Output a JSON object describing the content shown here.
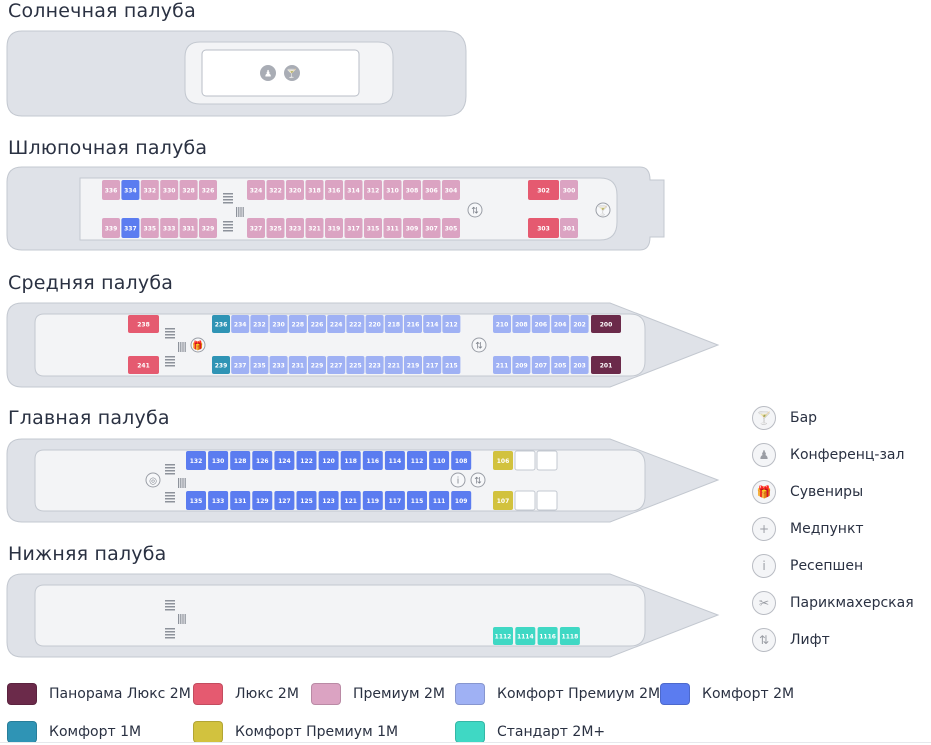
{
  "decks": [
    {
      "id": "sun",
      "title": "Солнечная палуба"
    },
    {
      "id": "boat",
      "title": "Шлюпочная палуба"
    },
    {
      "id": "middle",
      "title": "Средняя палуба"
    },
    {
      "id": "main",
      "title": "Главная палуба"
    },
    {
      "id": "lower",
      "title": "Нижняя палуба"
    }
  ],
  "colors": {
    "panorama_lux": "#6b2a4a",
    "lux": "#e55a70",
    "premium": "#dba3c2",
    "comfort_premium": "#9fb1f4",
    "comfort": "#5b7cf0",
    "comfort_1m": "#2f94b5",
    "comfort_premium_1m": "#d2c23e",
    "standard": "#3fd8c4",
    "hull": "#dfe2e8",
    "hull_stroke": "#c3c8d0",
    "inner": "#f3f4f6"
  },
  "cabins": {
    "boat_top": [
      {
        "n": "336",
        "c": "premium"
      },
      {
        "n": "334",
        "c": "comfort"
      },
      {
        "n": "332",
        "c": "premium"
      },
      {
        "n": "330",
        "c": "premium"
      },
      {
        "n": "328",
        "c": "premium"
      },
      {
        "n": "326",
        "c": "premium"
      },
      {
        "n": "324",
        "c": "premium"
      },
      {
        "n": "322",
        "c": "premium"
      },
      {
        "n": "320",
        "c": "premium"
      },
      {
        "n": "318",
        "c": "premium"
      },
      {
        "n": "316",
        "c": "premium"
      },
      {
        "n": "314",
        "c": "premium"
      },
      {
        "n": "312",
        "c": "premium"
      },
      {
        "n": "310",
        "c": "premium"
      },
      {
        "n": "308",
        "c": "premium"
      },
      {
        "n": "306",
        "c": "premium"
      },
      {
        "n": "304",
        "c": "premium"
      },
      {
        "n": "302",
        "c": "lux"
      },
      {
        "n": "300",
        "c": "premium"
      }
    ],
    "boat_bottom": [
      {
        "n": "339",
        "c": "premium"
      },
      {
        "n": "337",
        "c": "comfort"
      },
      {
        "n": "335",
        "c": "premium"
      },
      {
        "n": "333",
        "c": "premium"
      },
      {
        "n": "331",
        "c": "premium"
      },
      {
        "n": "329",
        "c": "premium"
      },
      {
        "n": "327",
        "c": "premium"
      },
      {
        "n": "325",
        "c": "premium"
      },
      {
        "n": "323",
        "c": "premium"
      },
      {
        "n": "321",
        "c": "premium"
      },
      {
        "n": "319",
        "c": "premium"
      },
      {
        "n": "317",
        "c": "premium"
      },
      {
        "n": "315",
        "c": "premium"
      },
      {
        "n": "311",
        "c": "premium"
      },
      {
        "n": "309",
        "c": "premium"
      },
      {
        "n": "307",
        "c": "premium"
      },
      {
        "n": "305",
        "c": "premium"
      },
      {
        "n": "303",
        "c": "lux"
      },
      {
        "n": "301",
        "c": "premium"
      }
    ],
    "middle_top": [
      {
        "n": "238",
        "c": "lux"
      },
      {
        "n": "236",
        "c": "comfort_1m"
      },
      {
        "n": "234",
        "c": "comfort_premium"
      },
      {
        "n": "232",
        "c": "comfort_premium"
      },
      {
        "n": "230",
        "c": "comfort_premium"
      },
      {
        "n": "228",
        "c": "comfort_premium"
      },
      {
        "n": "226",
        "c": "comfort_premium"
      },
      {
        "n": "224",
        "c": "comfort_premium"
      },
      {
        "n": "222",
        "c": "comfort_premium"
      },
      {
        "n": "220",
        "c": "comfort_premium"
      },
      {
        "n": "218",
        "c": "comfort_premium"
      },
      {
        "n": "216",
        "c": "comfort_premium"
      },
      {
        "n": "214",
        "c": "comfort_premium"
      },
      {
        "n": "212",
        "c": "comfort_premium"
      },
      {
        "n": "210",
        "c": "comfort_premium"
      },
      {
        "n": "208",
        "c": "comfort_premium"
      },
      {
        "n": "206",
        "c": "comfort_premium"
      },
      {
        "n": "204",
        "c": "comfort_premium"
      },
      {
        "n": "202",
        "c": "comfort_premium"
      },
      {
        "n": "200",
        "c": "panorama_lux"
      }
    ],
    "middle_bottom": [
      {
        "n": "241",
        "c": "lux"
      },
      {
        "n": "239",
        "c": "comfort_1m"
      },
      {
        "n": "237",
        "c": "comfort_premium"
      },
      {
        "n": "235",
        "c": "comfort_premium"
      },
      {
        "n": "233",
        "c": "comfort_premium"
      },
      {
        "n": "231",
        "c": "comfort_premium"
      },
      {
        "n": "229",
        "c": "comfort_premium"
      },
      {
        "n": "227",
        "c": "comfort_premium"
      },
      {
        "n": "225",
        "c": "comfort_premium"
      },
      {
        "n": "223",
        "c": "comfort_premium"
      },
      {
        "n": "221",
        "c": "comfort_premium"
      },
      {
        "n": "219",
        "c": "comfort_premium"
      },
      {
        "n": "217",
        "c": "comfort_premium"
      },
      {
        "n": "215",
        "c": "comfort_premium"
      },
      {
        "n": "211",
        "c": "comfort_premium"
      },
      {
        "n": "209",
        "c": "comfort_premium"
      },
      {
        "n": "207",
        "c": "comfort_premium"
      },
      {
        "n": "205",
        "c": "comfort_premium"
      },
      {
        "n": "203",
        "c": "comfort_premium"
      },
      {
        "n": "201",
        "c": "panorama_lux"
      }
    ],
    "main_top": [
      {
        "n": "132",
        "c": "comfort"
      },
      {
        "n": "130",
        "c": "comfort"
      },
      {
        "n": "128",
        "c": "comfort"
      },
      {
        "n": "126",
        "c": "comfort"
      },
      {
        "n": "124",
        "c": "comfort"
      },
      {
        "n": "122",
        "c": "comfort"
      },
      {
        "n": "120",
        "c": "comfort"
      },
      {
        "n": "118",
        "c": "comfort"
      },
      {
        "n": "116",
        "c": "comfort"
      },
      {
        "n": "114",
        "c": "comfort"
      },
      {
        "n": "112",
        "c": "comfort"
      },
      {
        "n": "110",
        "c": "comfort"
      },
      {
        "n": "108",
        "c": "comfort"
      },
      {
        "n": "106",
        "c": "comfort_premium_1m"
      },
      {
        "n": "",
        "c": "empty"
      },
      {
        "n": "",
        "c": "empty"
      }
    ],
    "main_bottom": [
      {
        "n": "135",
        "c": "comfort"
      },
      {
        "n": "133",
        "c": "comfort"
      },
      {
        "n": "131",
        "c": "comfort"
      },
      {
        "n": "129",
        "c": "comfort"
      },
      {
        "n": "127",
        "c": "comfort"
      },
      {
        "n": "125",
        "c": "comfort"
      },
      {
        "n": "123",
        "c": "comfort"
      },
      {
        "n": "121",
        "c": "comfort"
      },
      {
        "n": "119",
        "c": "comfort"
      },
      {
        "n": "117",
        "c": "comfort"
      },
      {
        "n": "115",
        "c": "comfort"
      },
      {
        "n": "111",
        "c": "comfort"
      },
      {
        "n": "109",
        "c": "comfort"
      },
      {
        "n": "107",
        "c": "comfort_premium_1m"
      },
      {
        "n": "",
        "c": "empty"
      },
      {
        "n": "",
        "c": "empty"
      }
    ],
    "lower": [
      {
        "n": "1112",
        "c": "standard"
      },
      {
        "n": "1114",
        "c": "standard"
      },
      {
        "n": "1116",
        "c": "standard"
      },
      {
        "n": "1118",
        "c": "standard"
      }
    ]
  },
  "facilities": [
    {
      "icon": "bar-icon",
      "glyph": "🍸",
      "label": "Бар"
    },
    {
      "icon": "conference-hall-icon",
      "glyph": "♟",
      "label": "Конференц-зал"
    },
    {
      "icon": "souvenirs-icon",
      "glyph": "🎁",
      "label": "Сувениры"
    },
    {
      "icon": "medical-icon",
      "glyph": "+",
      "label": "Медпункт"
    },
    {
      "icon": "reception-icon",
      "glyph": "i",
      "label": "Ресепшен"
    },
    {
      "icon": "hairdresser-icon",
      "glyph": "✂",
      "label": "Парикмахерская"
    },
    {
      "icon": "elevator-icon",
      "glyph": "⇅",
      "label": "Лифт"
    }
  ],
  "legend": [
    {
      "key": "panorama_lux",
      "label": "Панорама Люкс 2М"
    },
    {
      "key": "lux",
      "label": "Люкс 2М"
    },
    {
      "key": "premium",
      "label": "Премиум 2М"
    },
    {
      "key": "comfort_premium",
      "label": "Комфорт Премиум 2М"
    },
    {
      "key": "comfort",
      "label": "Комфорт 2М"
    },
    {
      "key": "comfort_1m",
      "label": "Комфорт 1М"
    },
    {
      "key": "comfort_premium_1m",
      "label": "Комфорт Премиум 1М"
    },
    {
      "key": "standard",
      "label": "Стандарт 2М+"
    }
  ]
}
